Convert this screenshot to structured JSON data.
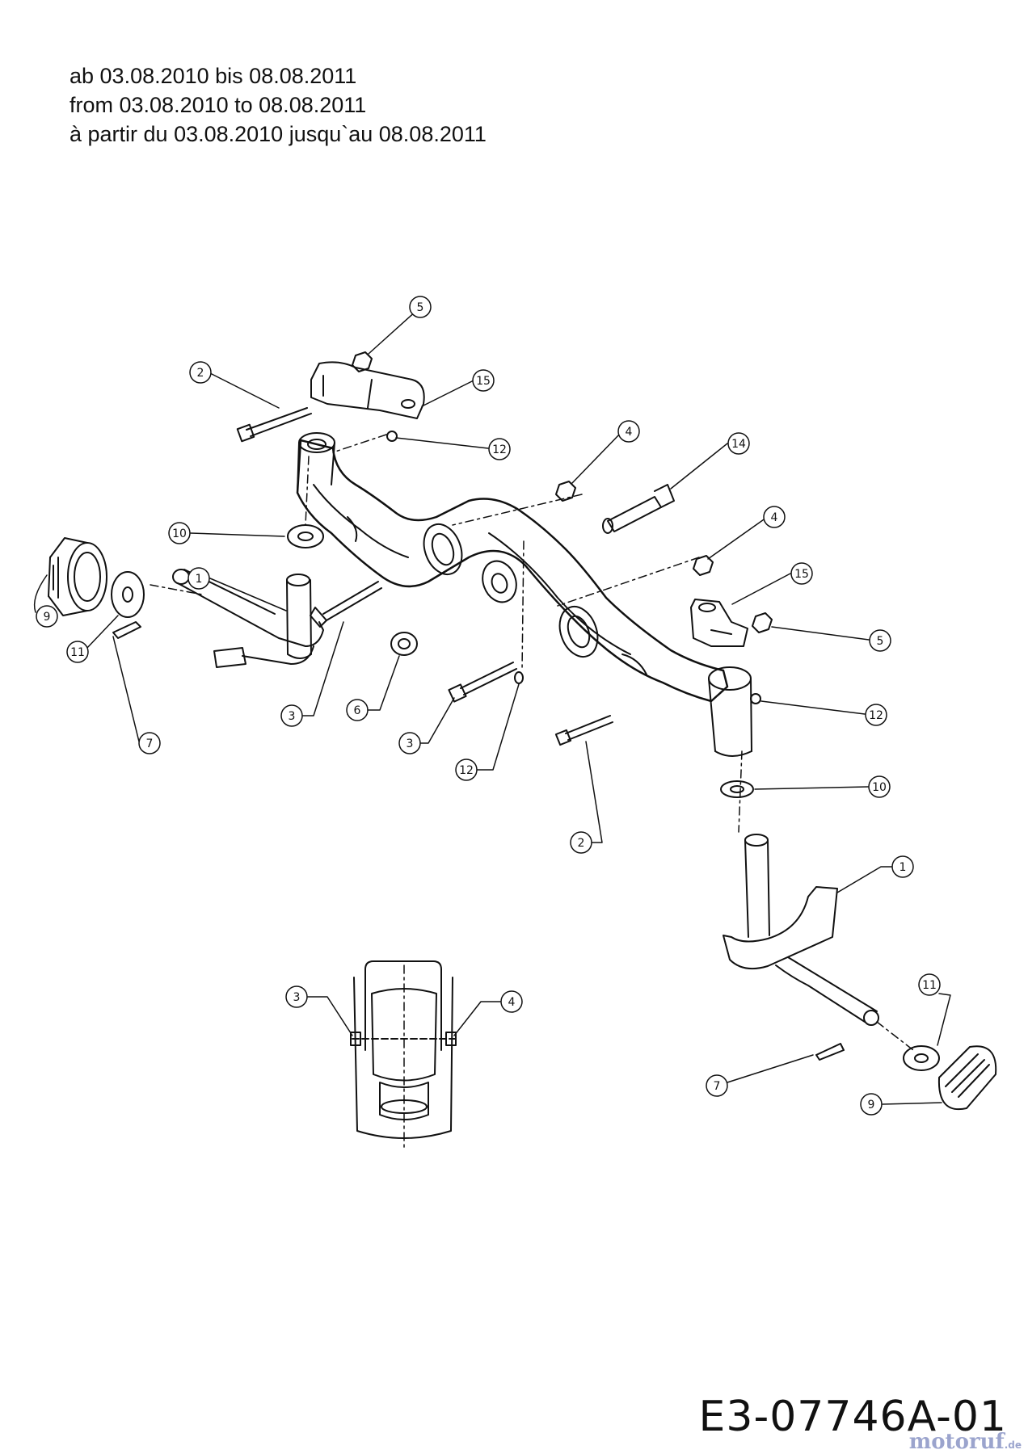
{
  "header": {
    "line_de": "ab 03.08.2010 bis 08.08.2011",
    "line_en": "from 03.08.2010 to 08.08.2011",
    "line_fr": "à partir du 03.08.2010 jusqu`au 08.08.2011"
  },
  "drawing_code": "E3-07746A-01",
  "watermark": {
    "brand": "motoruf",
    "tld": ".de"
  },
  "callout_labels": [
    "5",
    "2",
    "15",
    "12",
    "4",
    "14",
    "4",
    "10",
    "1",
    "9",
    "11",
    "7",
    "3",
    "6",
    "3",
    "12",
    "15",
    "5",
    "12",
    "2",
    "10",
    "1",
    "11",
    "7",
    "9",
    "3",
    "4"
  ]
}
